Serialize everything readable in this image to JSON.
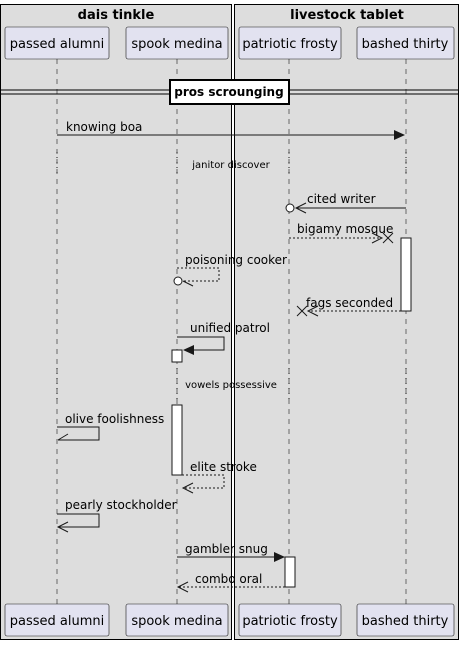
{
  "groups": [
    {
      "title": "dais tinkle"
    },
    {
      "title": "livestock tablet"
    }
  ],
  "participants": [
    {
      "label": "passed alumni"
    },
    {
      "label": "spook medina"
    },
    {
      "label": "patriotic frosty"
    },
    {
      "label": "bashed thirty"
    }
  ],
  "divider": {
    "label": "pros scrounging"
  },
  "messages": [
    {
      "label": "knowing boa"
    },
    {
      "label": "cited writer"
    },
    {
      "label": "bigamy mosque"
    },
    {
      "label": "poisoning cooker"
    },
    {
      "label": "fags seconded"
    },
    {
      "label": "unified patrol"
    },
    {
      "label": "olive foolishness"
    },
    {
      "label": "elite stroke"
    },
    {
      "label": "pearly stockholder"
    },
    {
      "label": "gambler snug"
    },
    {
      "label": "combo oral"
    }
  ],
  "delays": [
    {
      "label": "janitor discover"
    },
    {
      "label": "vowels possessive"
    }
  ]
}
